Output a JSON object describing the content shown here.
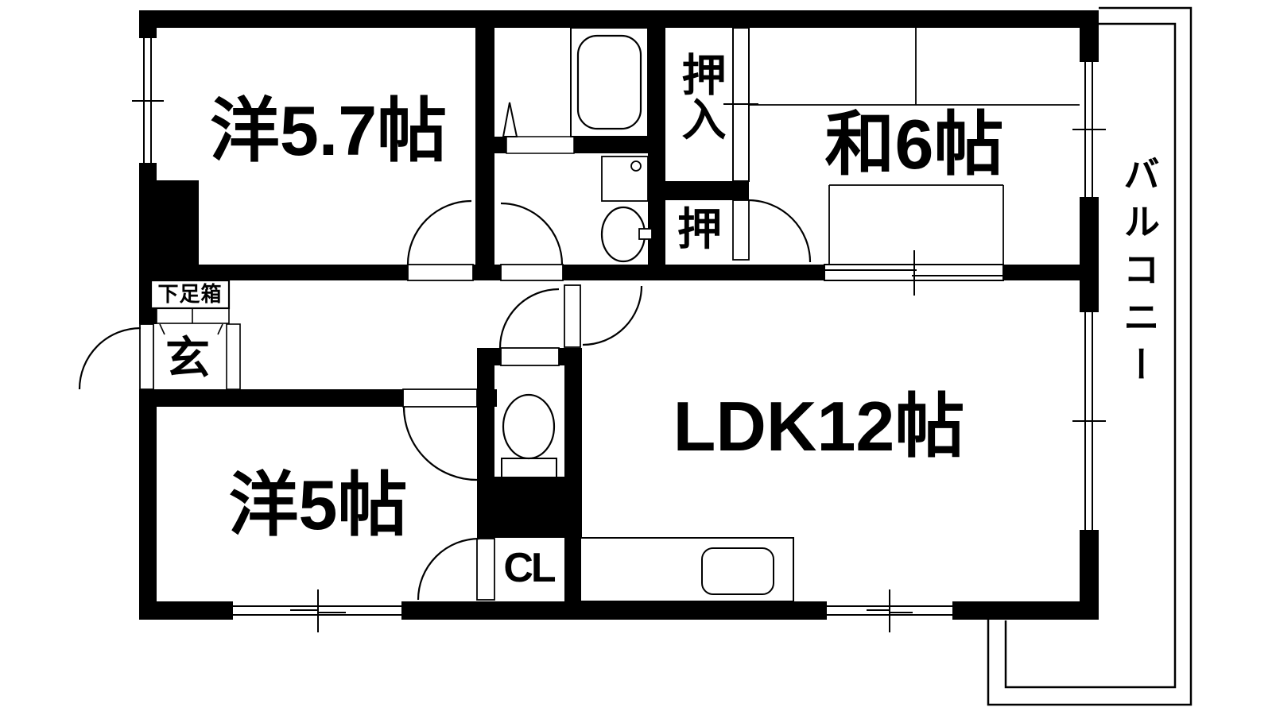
{
  "title": "3LDK apartment floor plan",
  "colors": {
    "wall": "#000000",
    "background": "#ffffff",
    "line": "#000000"
  },
  "rooms": [
    {
      "id": "western-5-7",
      "label": "洋5.7帖"
    },
    {
      "id": "japanese-6",
      "label": "和6帖"
    },
    {
      "id": "ldk",
      "label": "LDK12帖"
    },
    {
      "id": "western-5",
      "label": "洋5帖"
    },
    {
      "id": "balcony",
      "label": "バルコニー"
    },
    {
      "id": "entrance",
      "label": "玄"
    },
    {
      "id": "shoe-box",
      "label": "下足箱"
    },
    {
      "id": "closet-upper",
      "label": "押入"
    },
    {
      "id": "closet-lower",
      "label": "押"
    },
    {
      "id": "closet-cl",
      "label": "CL"
    }
  ],
  "fixtures": [
    "bathtub",
    "bath-door",
    "washbasin",
    "washing-machine-pan",
    "toilet",
    "kitchen-counter",
    "kitchen-sink",
    "shoe-cabinet",
    "entrance-step",
    "tatami-mats",
    "sliding-door",
    "swing-doors",
    "windows",
    "balcony-railing"
  ]
}
